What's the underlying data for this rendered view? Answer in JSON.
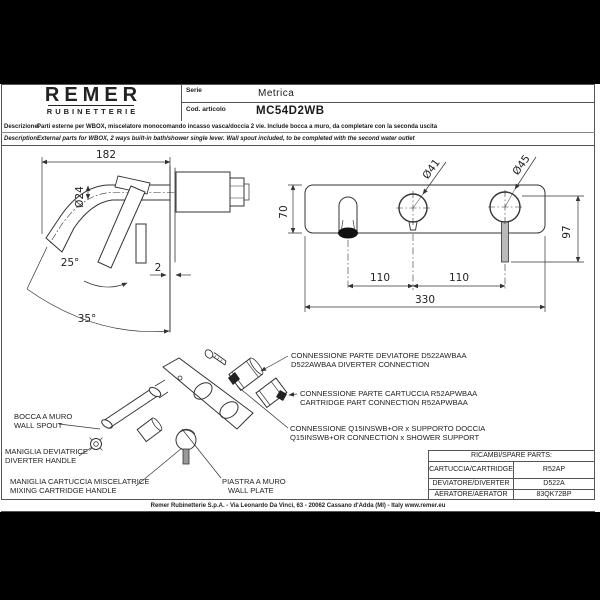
{
  "header": {
    "brand": "REMER",
    "brand_sub": "RUBINETTERIE",
    "serie_label": "Serie",
    "serie_value": "Metrica",
    "cod_label": "Cod. articolo",
    "cod_value": "MC54D2WB",
    "descrizione_label": "Descrizione:",
    "descrizione_text": "Parti esterne per WBOX, miscelatore monocomando incasso vasca/doccia 2 vie. Include bocca a muro, da completare con la seconda uscita",
    "description_label": "Description:",
    "description_text": "External parts for WBOX, 2 ways built-in bath/shower single lever. Wall spout included, to be completed with the second water outlet"
  },
  "drawing": {
    "side_view": {
      "dim_width": "182",
      "dim_diameter": "Ø24",
      "dim_angle_lever": "25°",
      "dim_wall_offset": "2",
      "dim_angle_spout": "35°"
    },
    "front_view": {
      "dim_d41": "Ø41",
      "dim_d45": "Ø45",
      "dim_height": "70",
      "dim_lever_drop": "97",
      "dim_span_left": "110",
      "dim_span_right": "110",
      "dim_total": "330"
    }
  },
  "callouts": {
    "diverter_connection": {
      "line1": "CONNESSIONE PARTE DEVIATORE D522AWBAA",
      "line2": "D522AWBAA DIVERTER CONNECTION"
    },
    "cartridge_connection": {
      "line1": "CONNESSIONE PARTE CARTUCCIA R52APWBAA",
      "line2": "CARTRIDGE PART CONNECTION R52APWBAA"
    },
    "shower_support": {
      "line1": "CONNESSIONE Q15INSWB+OR x SUPPORTO DOCCIA",
      "line2": "Q15INSWB+OR CONNECTION x SHOWER SUPPORT"
    },
    "wall_spout": {
      "line1": "BOCCA A MURO",
      "line2": "WALL SPOUT"
    },
    "diverter_handle": {
      "line1": "MANIGLIA DEVIATRICE",
      "line2": "DIVERTER HANDLE"
    },
    "mixing_handle": {
      "line1": "MANIGLIA CARTUCCIA MISCELATRICE",
      "line2": "MIXING CARTRIDGE HANDLE"
    },
    "wall_plate": {
      "line1": "PIASTRA A MURO",
      "line2": "WALL PLATE"
    }
  },
  "spare_parts": {
    "title": "RICAMBI/SPARE PARTS:",
    "rows": [
      {
        "label": "CARTUCCIA/CARTRIDGE",
        "code": "R52AP"
      },
      {
        "label": "DEVIATORE/DIVERTER",
        "code": "D522A"
      },
      {
        "label": "AERATORE/AERATOR",
        "code": "83QK72BP"
      }
    ]
  },
  "footer": {
    "text": "Remer Rubinetterie S.p.A. - Via Leonardo Da Vinci, 63 - 20062 Cassano d'Adda (MI) - Italy www.remer.eu"
  },
  "colors": {
    "line": "#333333",
    "paper": "#ffffff",
    "background": "#000000"
  }
}
